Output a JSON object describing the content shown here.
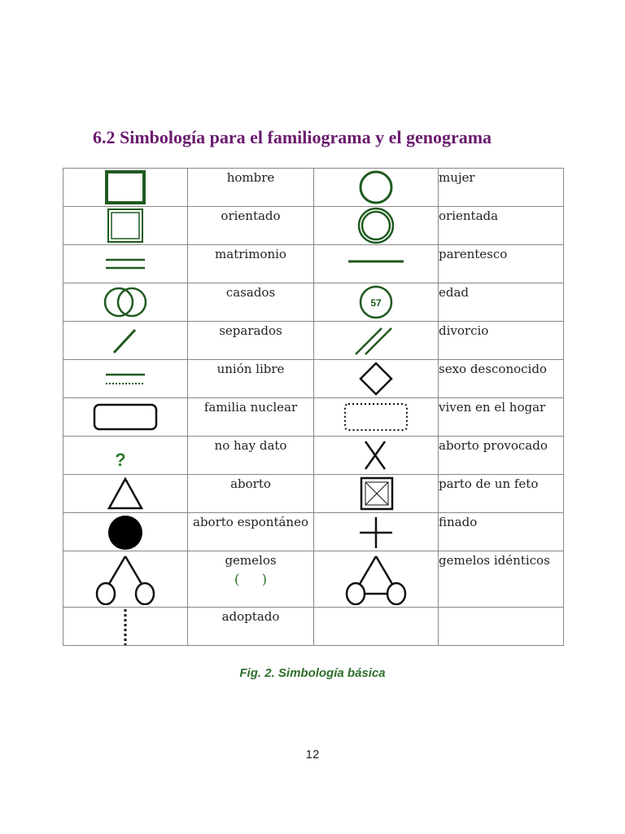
{
  "title": "6.2 Simbología para el familiograma y  el genograma",
  "rows": [
    {
      "left_label": "hombre",
      "left_icon": "square-icon",
      "right_label": "mujer",
      "right_icon": "circle-icon"
    },
    {
      "left_label": "orientado",
      "left_icon": "double-square-icon",
      "right_label": "orientada",
      "right_icon": "double-circle-icon"
    },
    {
      "left_label": "matrimonio",
      "left_icon": "double-line-icon",
      "right_label": "parentesco",
      "right_icon": "single-line-icon"
    },
    {
      "left_label": "casados",
      "left_icon": "overlapping-circles-icon",
      "right_label": "edad",
      "right_icon": "age-circle-icon",
      "right_icon_text": "57"
    },
    {
      "left_label": "separados",
      "left_icon": "single-slash-icon",
      "right_label": "divorcio",
      "right_icon": "double-slash-icon"
    },
    {
      "left_label": "unión libre",
      "left_icon": "solid-dotted-line-icon",
      "right_label": "sexo desconocido",
      "right_icon": "diamond-icon"
    },
    {
      "left_label": "familia nuclear",
      "left_icon": "rounded-rectangle-icon",
      "right_label": "viven en el hogar",
      "right_icon": "dotted-rectangle-icon"
    },
    {
      "left_label": "no hay dato",
      "left_icon": "question-mark-icon",
      "left_icon_text": "?",
      "right_label": "aborto provocado",
      "right_icon": "x-mark-icon"
    },
    {
      "left_label": "aborto",
      "left_icon": "triangle-icon",
      "right_label": "parto de un feto",
      "right_icon": "crossed-square-icon"
    },
    {
      "left_label": "aborto espontáneo",
      "left_icon": "filled-circle-icon",
      "right_label": "finado",
      "right_icon": "cross-icon"
    },
    {
      "left_label": "gemelos",
      "left_label_extra": "(     )",
      "left_icon": "twins-icon",
      "right_label": "gemelos idénticos",
      "right_icon": "identical-twins-icon"
    },
    {
      "left_label": "adoptado",
      "left_icon": "dotted-vertical-line-icon",
      "right_label": "",
      "right_icon": ""
    }
  ],
  "caption": "Fig. 2. Simbología básica",
  "page_number": "12",
  "colors": {
    "title": "#6a1b6e",
    "symbol_green": "#1f5a1f",
    "caption": "#2e6f2e",
    "black": "#111111"
  }
}
